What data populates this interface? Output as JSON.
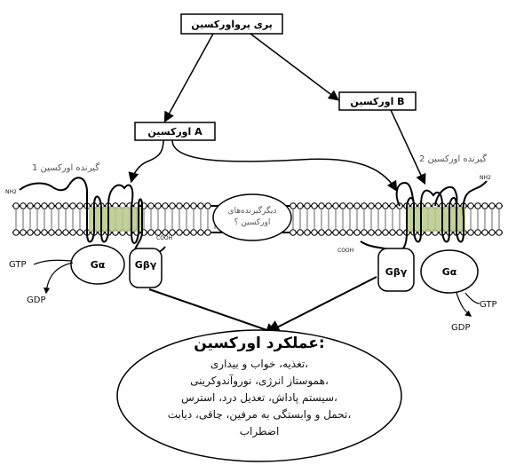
{
  "boxes": {
    "preproorexin": "پری پرواورکسین",
    "orexin_a": "اورکسین A",
    "orexin_b": "اورکسین B"
  },
  "receptors": {
    "r1_label": "گیرنده اورکسین 1",
    "r2_label": "گیرنده اورکسین 2"
  },
  "other_receptors": {
    "line1": "دیگرگیرنده‌های",
    "line2": "اورکسین ؟"
  },
  "terminals": {
    "nh2": "NH2",
    "cooh": "COOH"
  },
  "g_proteins": {
    "alpha": "Gα",
    "beta_gamma": "Gβγ",
    "gtp": "GTP",
    "gdp": "GDP"
  },
  "function": {
    "title": "عملکرد اورکسین:",
    "lines": [
      "تغذیه، خواب و بیداری،",
      "هموستاز انرژی، نوروآندوکرینی،",
      "سیستم پاداش، تعدیل درد، استرس،",
      "تحمل و وابستگی به مرفین، چاقی، دیابت،",
      "اضطراب"
    ]
  }
}
